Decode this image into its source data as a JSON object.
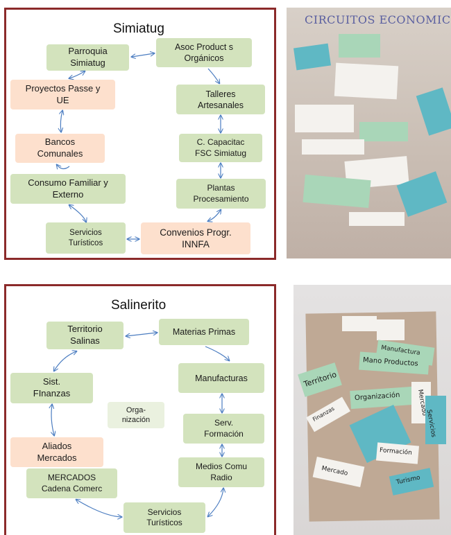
{
  "simiatug": {
    "title": "Simiatug",
    "nodes": {
      "parroquia": "Parroquia\nSimiatug",
      "asoc": "Asoc Product s\nOrgánicos",
      "proyectos": "Proyectos Passe y\nUE",
      "talleres": "Talleres\nArtesanales",
      "bancos": "Bancos\nComunales",
      "capacitac": "C. Capacitac\nFSC Simiatug",
      "consumo": "Consumo Familiar y\nExterno",
      "plantas": "Plantas\nProcesamiento",
      "servicios": "Servicios\nTurísticos",
      "convenios": "Convenios Progr.\nINNFA"
    }
  },
  "salinerito": {
    "title": "Salinerito",
    "nodes": {
      "territorio": "Territorio\nSalinas",
      "materias": "Materias Primas",
      "finanzas": "Sist.\nFInanzas",
      "manufacturas": "Manufacturas",
      "organizacion": "Orga-\nnización",
      "formacion": "Serv.\nFormación",
      "aliados": "Aliados\nMercados",
      "medios": "Medios Comu\nRadio",
      "mercados": "MERCADOS\nCadena Comerc",
      "servicios": "Servicios\nTurísticos"
    }
  },
  "photo1": {
    "title": "CIRCUITOS ECONOMICOS"
  },
  "photo2": {
    "words": {
      "territorio": "Territorio",
      "manufactura": "Manufactura",
      "mano": "Mano Productos",
      "organizacion": "Organización",
      "mercado_r": "Mercado",
      "servicios": "Servicios",
      "formacion": "Formación",
      "mercado": "Mercado",
      "turismo": "Turismo",
      "finanzas": "Finanzas"
    }
  },
  "colors": {
    "border": "#8b2a2a",
    "green_box": "#d3e3bd",
    "peach_box": "#fde0cd",
    "arrow": "#4a7cc0"
  }
}
